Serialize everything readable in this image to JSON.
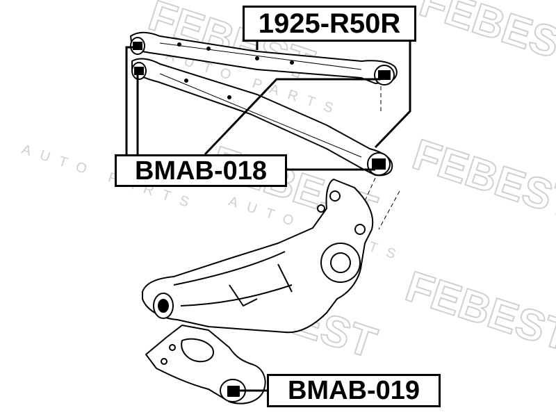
{
  "labels": {
    "part_1925": "1925-R50R",
    "part_018": "BMAB-018",
    "part_019": "BMAB-019"
  },
  "watermark": {
    "brand": "FEBEST",
    "tagline": "AUTO PARTS",
    "color": "#d9d9d9"
  },
  "colors": {
    "line": "#000000",
    "background": "#ffffff",
    "bushing_fill": "#000000"
  }
}
